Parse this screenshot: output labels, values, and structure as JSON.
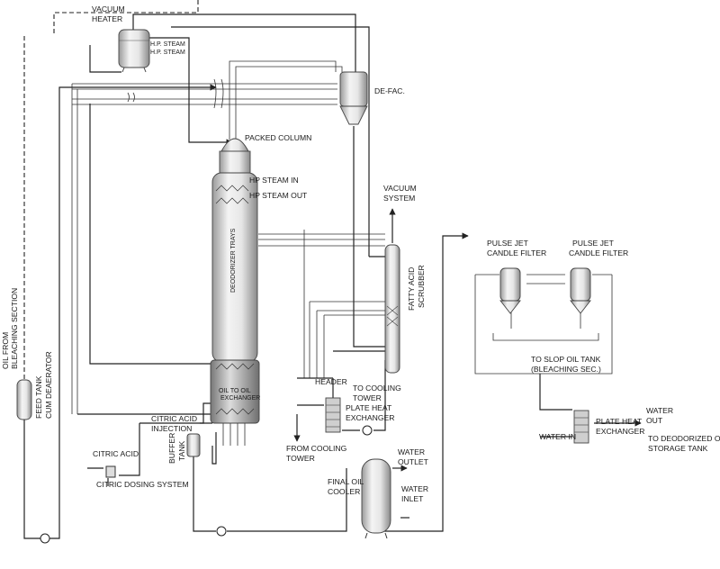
{
  "labels": {
    "vacuum_heater_1": "VACUUM",
    "vacuum_heater_2": "HEATER",
    "hp_steam_1": "H.P. STEAM",
    "hp_steam_2": "H.P. STEAM",
    "defac": "DE-FAC.",
    "packed_column": "PACKED COLUMN",
    "hp_steam_in": "HP STEAM IN",
    "hp_steam_out": "HP STEAM OUT",
    "deodorizer_trays": "DEODORIZER TRAYS",
    "oil_to_oil_exchanger_1": "OIL TO OIL",
    "oil_to_oil_exchanger_2": "EXCHANGER",
    "vacuum_system_1": "VACUUM",
    "vacuum_system_2": "SYSTEM",
    "fatty_acid_scrubber_1": "FATTY ACID",
    "fatty_acid_scrubber_2": "SCRUBBER",
    "pulse_jet_1a": "PULSE JET",
    "pulse_jet_1b": "CANDLE FILTER",
    "pulse_jet_2a": "PULSE JET",
    "pulse_jet_2b": "CANDLE FILTER",
    "slop_oil_1": "TO SLOP OIL TANK",
    "slop_oil_2": "(BLEACHING SEC.)",
    "header": "HEADER",
    "to_cooling_tower_1": "TO COOLING",
    "to_cooling_tower_2": "TOWER",
    "plate_heat_ex_1a": "PLATE HEAT",
    "plate_heat_ex_1b": "EXCHANGER",
    "from_cooling_tower_1": "FROM COOLING",
    "from_cooling_tower_2": "TOWER",
    "water_out_1": "WATER",
    "water_out_2": "OUT",
    "water_in": "WATER IN",
    "plate_heat_ex_2a": "PLATE HEAT",
    "plate_heat_ex_2b": "EXCHANGER",
    "to_deodorized_1": "TO DEODORIZED OIL",
    "to_deodorized_2": "STORAGE TANK",
    "citric_acid_inj_1": "CITRIC ACID",
    "citric_acid_inj_2": "INJECTION",
    "citric_acid": "CITRIC ACID",
    "buffer_tank_1": "BUFFER",
    "buffer_tank_2": "TANK",
    "citric_dosing": "CITRIC DOSING SYSTEM",
    "final_oil_cooler_1": "FINAL OIL",
    "final_oil_cooler_2": "COOLER",
    "water_outlet_1": "WATER",
    "water_outlet_2": "OUTLET",
    "water_inlet_1": "WATER",
    "water_inlet_2": "INLET",
    "oil_from_1": "OIL FROM",
    "oil_from_2": "BLEACHING SECTION",
    "feed_tank_1": "FEED TANK",
    "feed_tank_2": "CUM DEAERATOR"
  }
}
